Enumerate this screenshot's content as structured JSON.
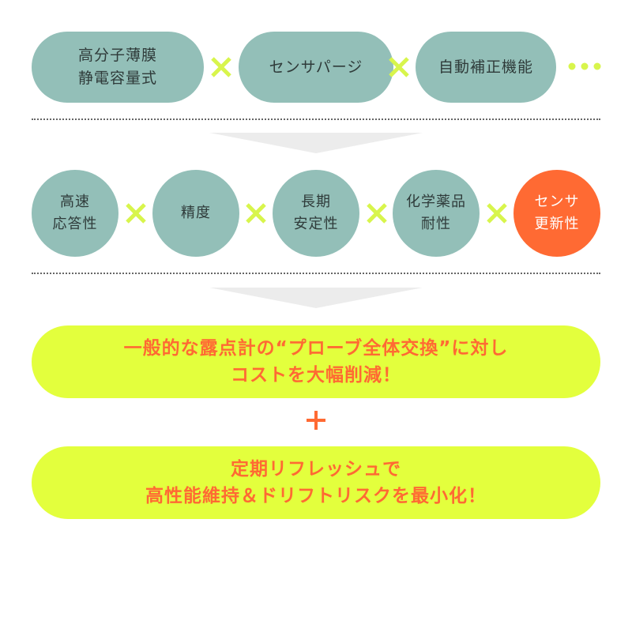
{
  "colors": {
    "teal": "#93bfb8",
    "accent_orange": "#ff6a33",
    "lime": "#e3ff3d",
    "cross_lime": "#d8f54c",
    "arrow_gray": "#ececec"
  },
  "row1": {
    "items": [
      {
        "line1": "高分子薄膜",
        "line2": "静電容量式"
      },
      {
        "line1": "センサパージ"
      },
      {
        "line1": "自動補正機能"
      }
    ]
  },
  "row2": {
    "items": [
      {
        "line1": "高速",
        "line2": "応答性"
      },
      {
        "line1": "精度"
      },
      {
        "line1": "長期",
        "line2": "安定性"
      },
      {
        "line1": "化学薬品",
        "line2": "耐性"
      },
      {
        "line1": "センサ",
        "line2": "更新性"
      }
    ]
  },
  "banner1": {
    "line1": "一般的な露点計の“プローブ全体交換”に対し",
    "line2": "コストを大幅削減！"
  },
  "banner2": {
    "line1": "定期リフレッシュで",
    "line2": "高性能維持＆ドリフトリスクを最小化！"
  }
}
